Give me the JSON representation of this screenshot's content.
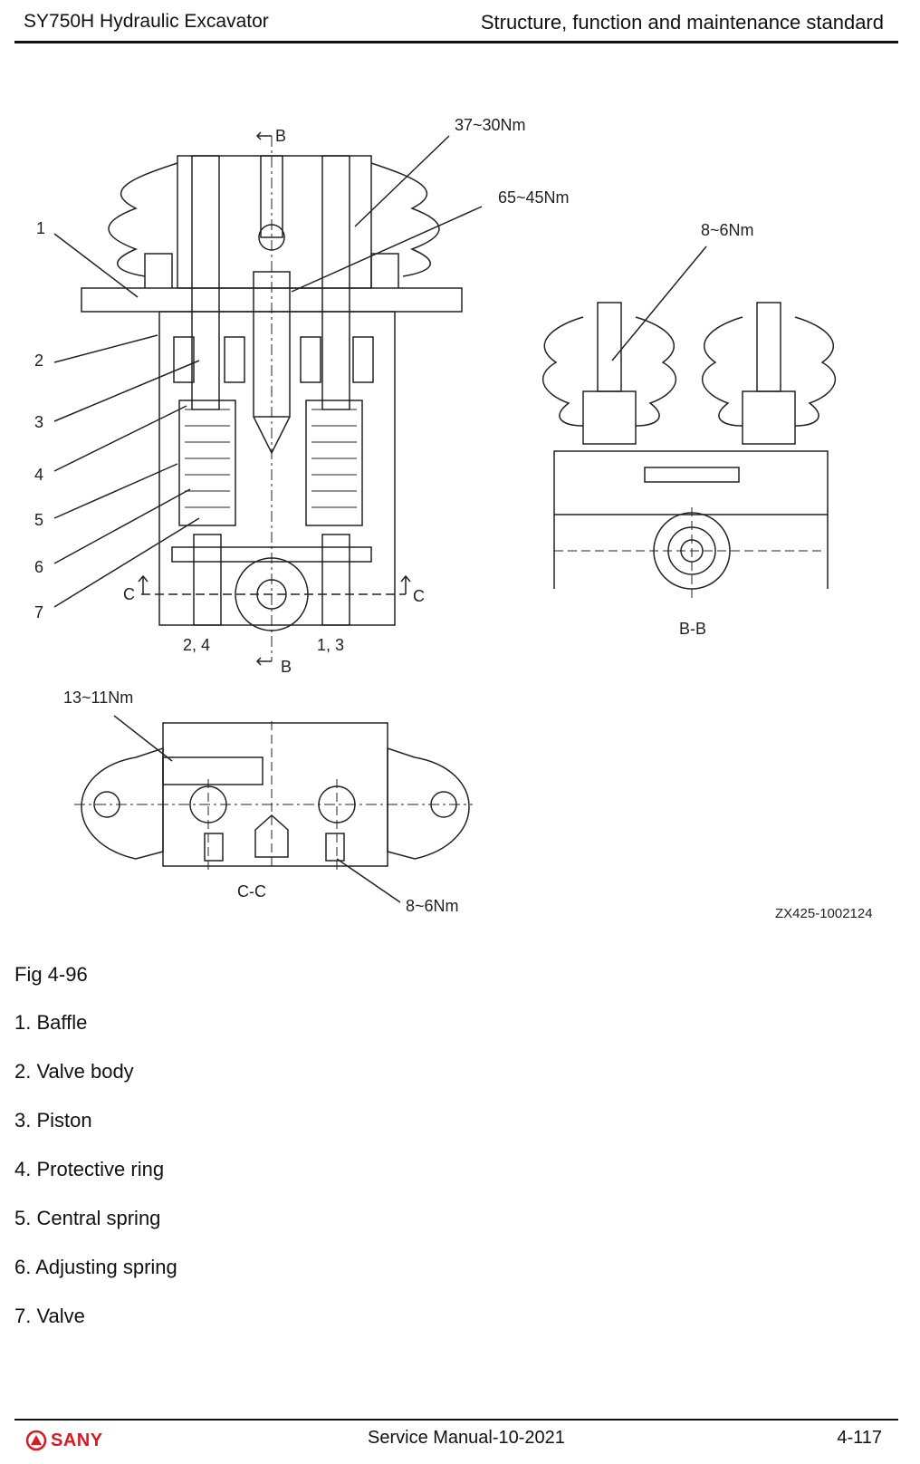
{
  "header": {
    "left": "SY750H Hydraulic Excavator",
    "right": "Structure, function and maintenance standard"
  },
  "figure": {
    "torques": {
      "t1": "37~30Nm",
      "t2": "65~45Nm",
      "t3": "8~6Nm",
      "t4": "13~11Nm",
      "t5": "8~6Nm"
    },
    "callouts": [
      "1",
      "2",
      "3",
      "4",
      "5",
      "6",
      "7"
    ],
    "section_marks": {
      "b_top": "B",
      "b_bottom": "B",
      "c_left": "C",
      "c_right": "C",
      "pair_left": "2, 4",
      "pair_right": "1, 3"
    },
    "views": {
      "bb": "B-B",
      "cc": "C-C"
    },
    "code": "ZX425-1002124"
  },
  "caption": "Fig  4-96",
  "legend": [
    "1. Baffle",
    "2. Valve body",
    "3. Piston",
    "4. Protective ring",
    "5. Central spring",
    "6. Adjusting spring",
    "7. Valve"
  ],
  "footer": {
    "brand": "SANY",
    "center": "Service Manual-10-2021",
    "page": "4-117"
  },
  "colors": {
    "brand_red": "#d71920",
    "ink": "#111111"
  }
}
